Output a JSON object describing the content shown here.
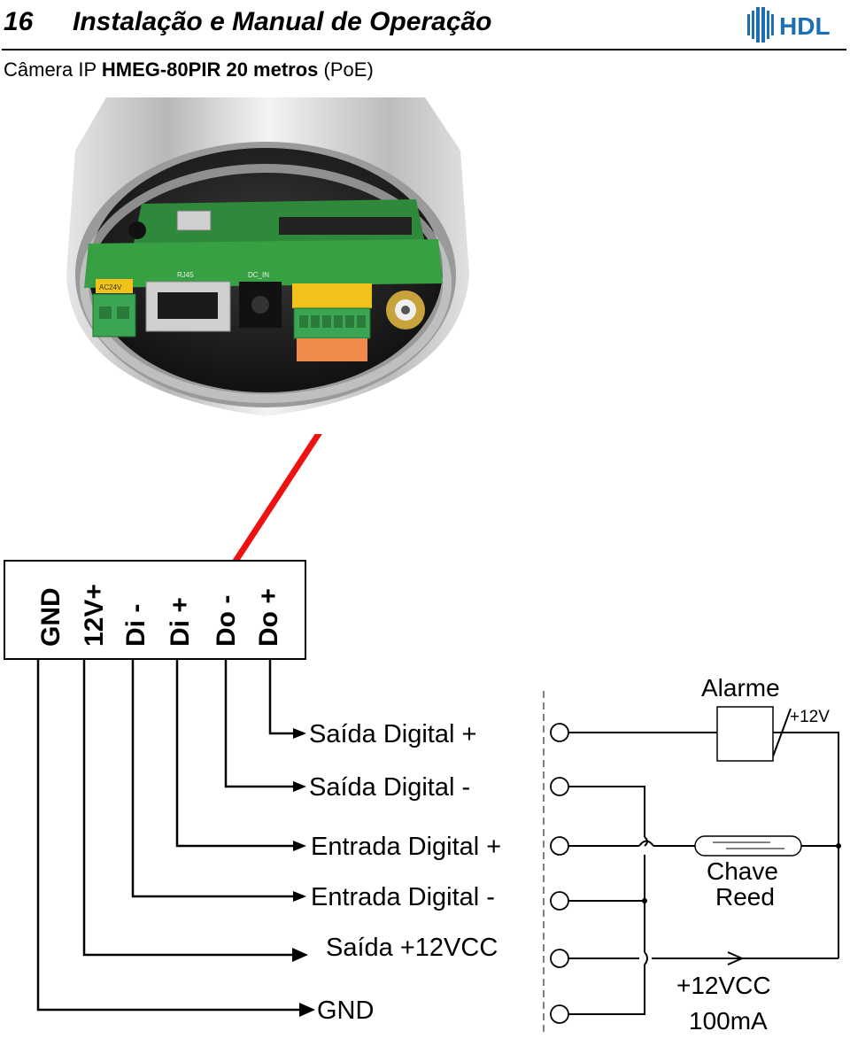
{
  "header": {
    "page_number": "16",
    "title": "Instalação e Manual de Operação",
    "logo_text": "HDL"
  },
  "subtitle": {
    "prefix": "Câmera IP ",
    "model": "HMEG-80PIR",
    "suffix": " 20 metros",
    "poe": "(PoE)"
  },
  "photo": {
    "board_labels": [
      "AC24V",
      "RJ45",
      "DC_IN"
    ]
  },
  "terminal": {
    "pins": [
      "GND",
      "12V+",
      "Di -",
      "Di +",
      "Do -",
      "Do +"
    ]
  },
  "signals": [
    {
      "label": "Saída Digital +"
    },
    {
      "label": "Saída Digital -"
    },
    {
      "label": "Entrada Digital +"
    },
    {
      "label": "Entrada Digital -"
    },
    {
      "label": "Saída +12VCC"
    },
    {
      "label": "GND"
    }
  ],
  "external": {
    "alarm": "Alarme",
    "plus12v": "+12V",
    "reed_line1": "Chave",
    "reed_line2": "Reed",
    "supply_line1": "+12VCC",
    "supply_line2": "100mA"
  },
  "colors": {
    "arrow": "#ee1111",
    "terminal_green": "#3ba554",
    "terminal_yellow": "#f2c21a",
    "terminal_orange": "#f08a4a",
    "pcb_green": "#2f8f3a",
    "housing_grey": "#c9c9c9"
  }
}
